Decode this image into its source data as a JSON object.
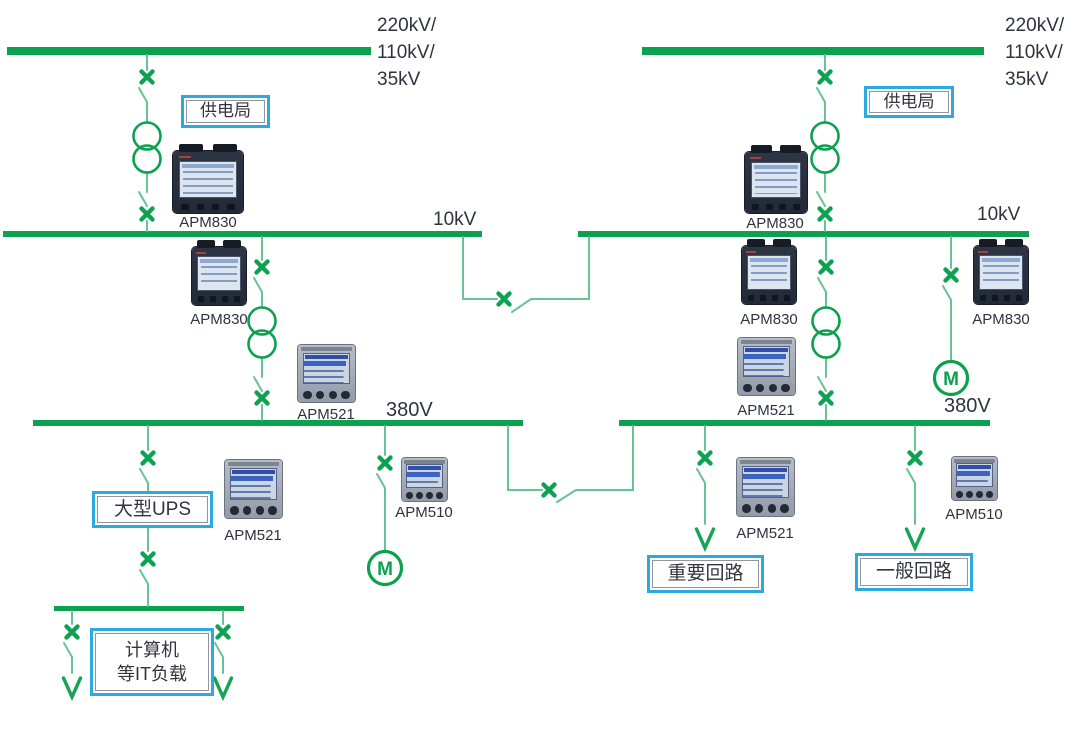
{
  "voltage_labels": {
    "hv_left": [
      "220kV/",
      "110kV/",
      "35kV"
    ],
    "hv_right": [
      "220kV/",
      "110kV/",
      "35kV"
    ],
    "mv_left": "10kV",
    "mv_right": "10kV",
    "lv_left": "380V",
    "lv_right": "380V"
  },
  "annotation_boxes": {
    "supply_bureau_left": "供电局",
    "supply_bureau_right": "供电局",
    "large_ups": "大型UPS",
    "it_load_lines": [
      "计算机",
      "等IT负载"
    ],
    "important_circuit": "重要回路",
    "general_circuit": "一般回路"
  },
  "meter_models": {
    "apm830": "APM830",
    "apm521": "APM521",
    "apm510": "APM510"
  },
  "motor": {
    "label": "M"
  },
  "colors": {
    "busbar_green": "#0ba14f",
    "branch_green": "#66c493",
    "switch_green": "#0ca251",
    "annotation_border_blue": "#2ca9e1",
    "text_dark": "#2f3340"
  }
}
